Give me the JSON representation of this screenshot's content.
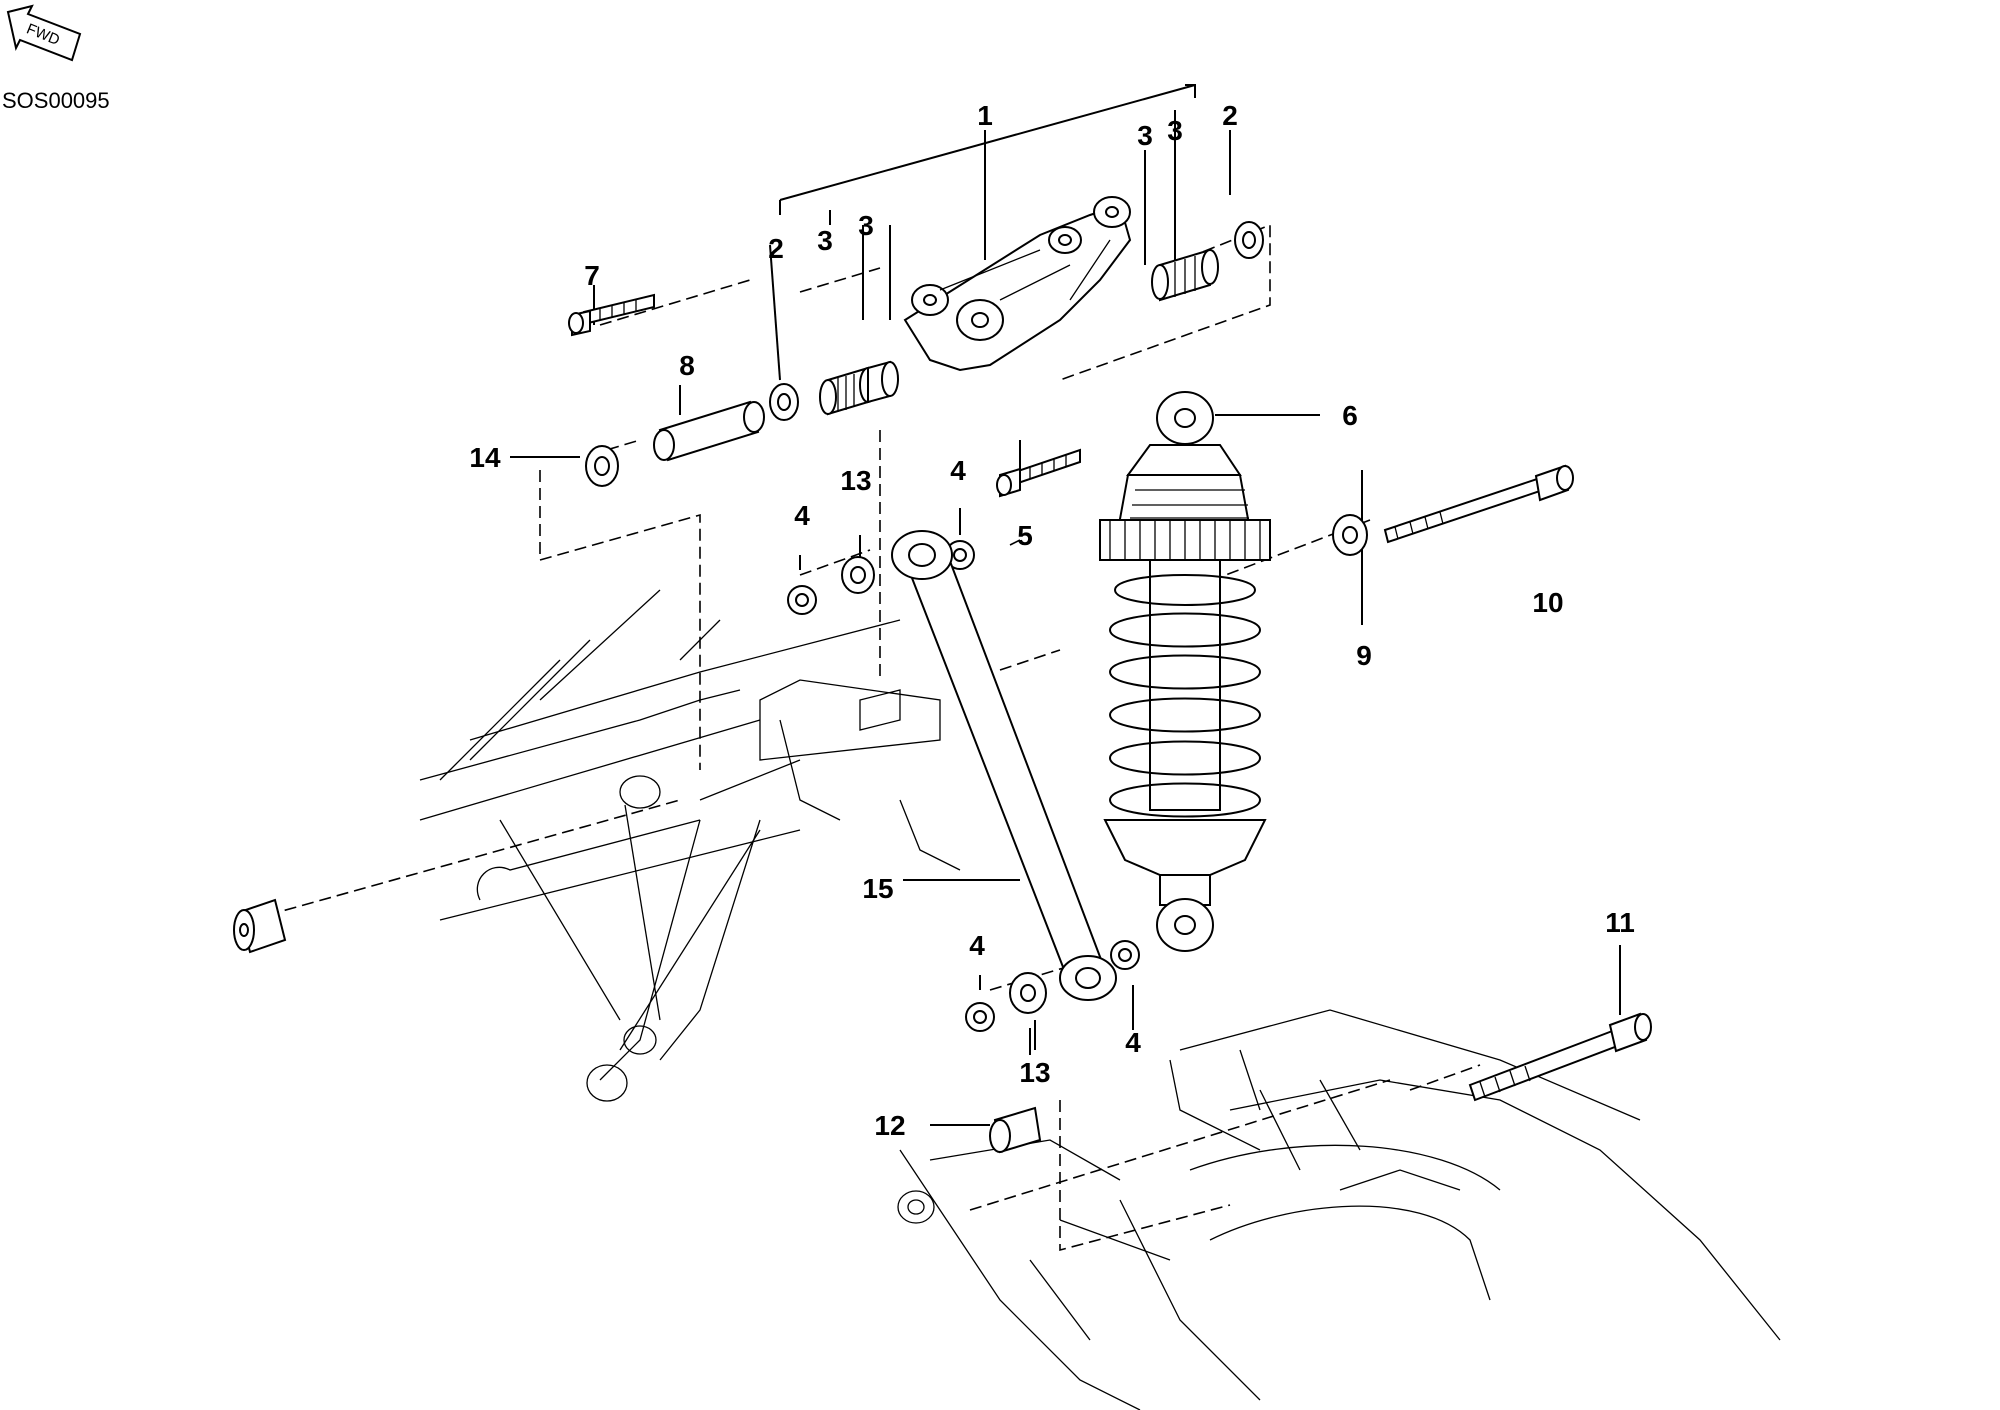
{
  "diagram": {
    "direction_badge": "FWD",
    "drawing_code": "SOS00095",
    "callouts": {
      "c1": "1",
      "c2a": "2",
      "c2b": "2",
      "c3a": "3",
      "c3b": "3",
      "c3c": "3",
      "c3d": "3",
      "c4a": "4",
      "c4b": "4",
      "c4c": "4",
      "c4d": "4",
      "c5": "5",
      "c6": "6",
      "c7": "7",
      "c8": "8",
      "c9": "9",
      "c10": "10",
      "c11": "11",
      "c12": "12",
      "c13a": "13",
      "c13b": "13",
      "c14": "14",
      "c15": "15"
    }
  }
}
